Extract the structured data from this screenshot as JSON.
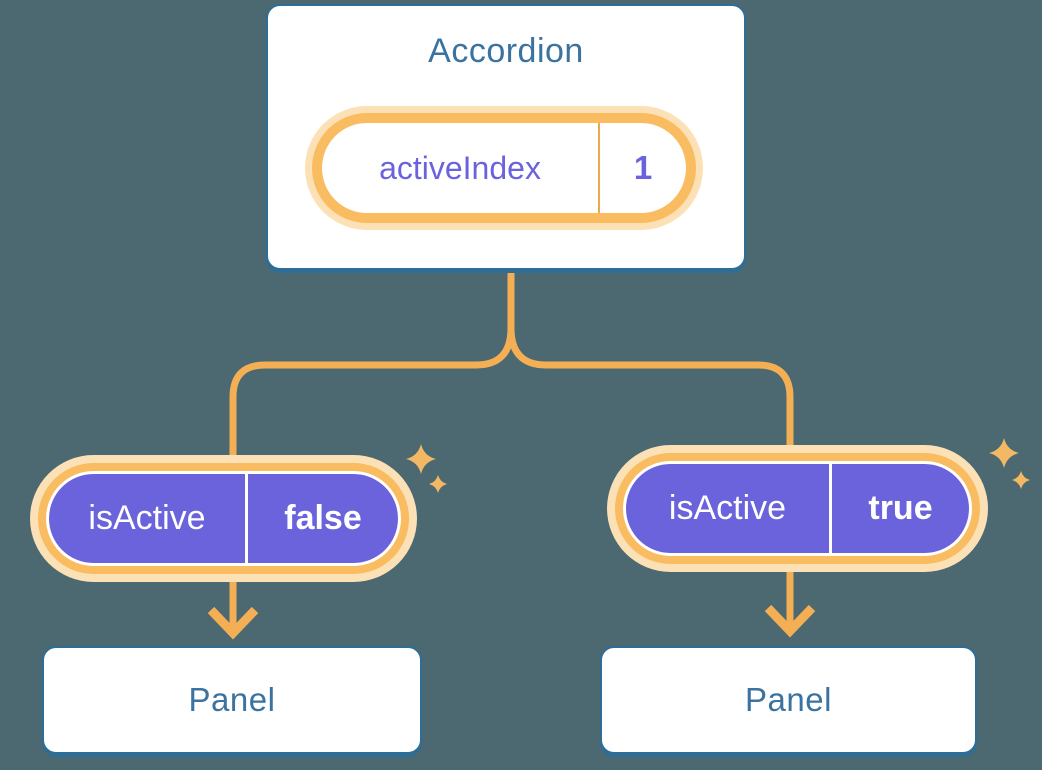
{
  "background_color": "#4C6870",
  "colors": {
    "connector_orange": "#F4AF55",
    "ring_orange": "#F9BC60",
    "halo_orange": "#FBE1B5",
    "sparkle_orange": "#F2B863",
    "purple_fill": "#6A63DB",
    "purple_text": "#6B63DE",
    "blue_border": "#2E6D96",
    "blue_text": "#3B73A0",
    "white": "#FFFFFF"
  },
  "icons": {
    "sparkle": "✦"
  },
  "root_card": {
    "title": "Accordion",
    "state_pill": {
      "label": "activeIndex",
      "value": "1"
    }
  },
  "children": [
    {
      "prop_pill": {
        "label": "isActive",
        "value": "false"
      },
      "panel": {
        "title": "Panel"
      }
    },
    {
      "prop_pill": {
        "label": "isActive",
        "value": "true"
      },
      "panel": {
        "title": "Panel"
      }
    }
  ]
}
